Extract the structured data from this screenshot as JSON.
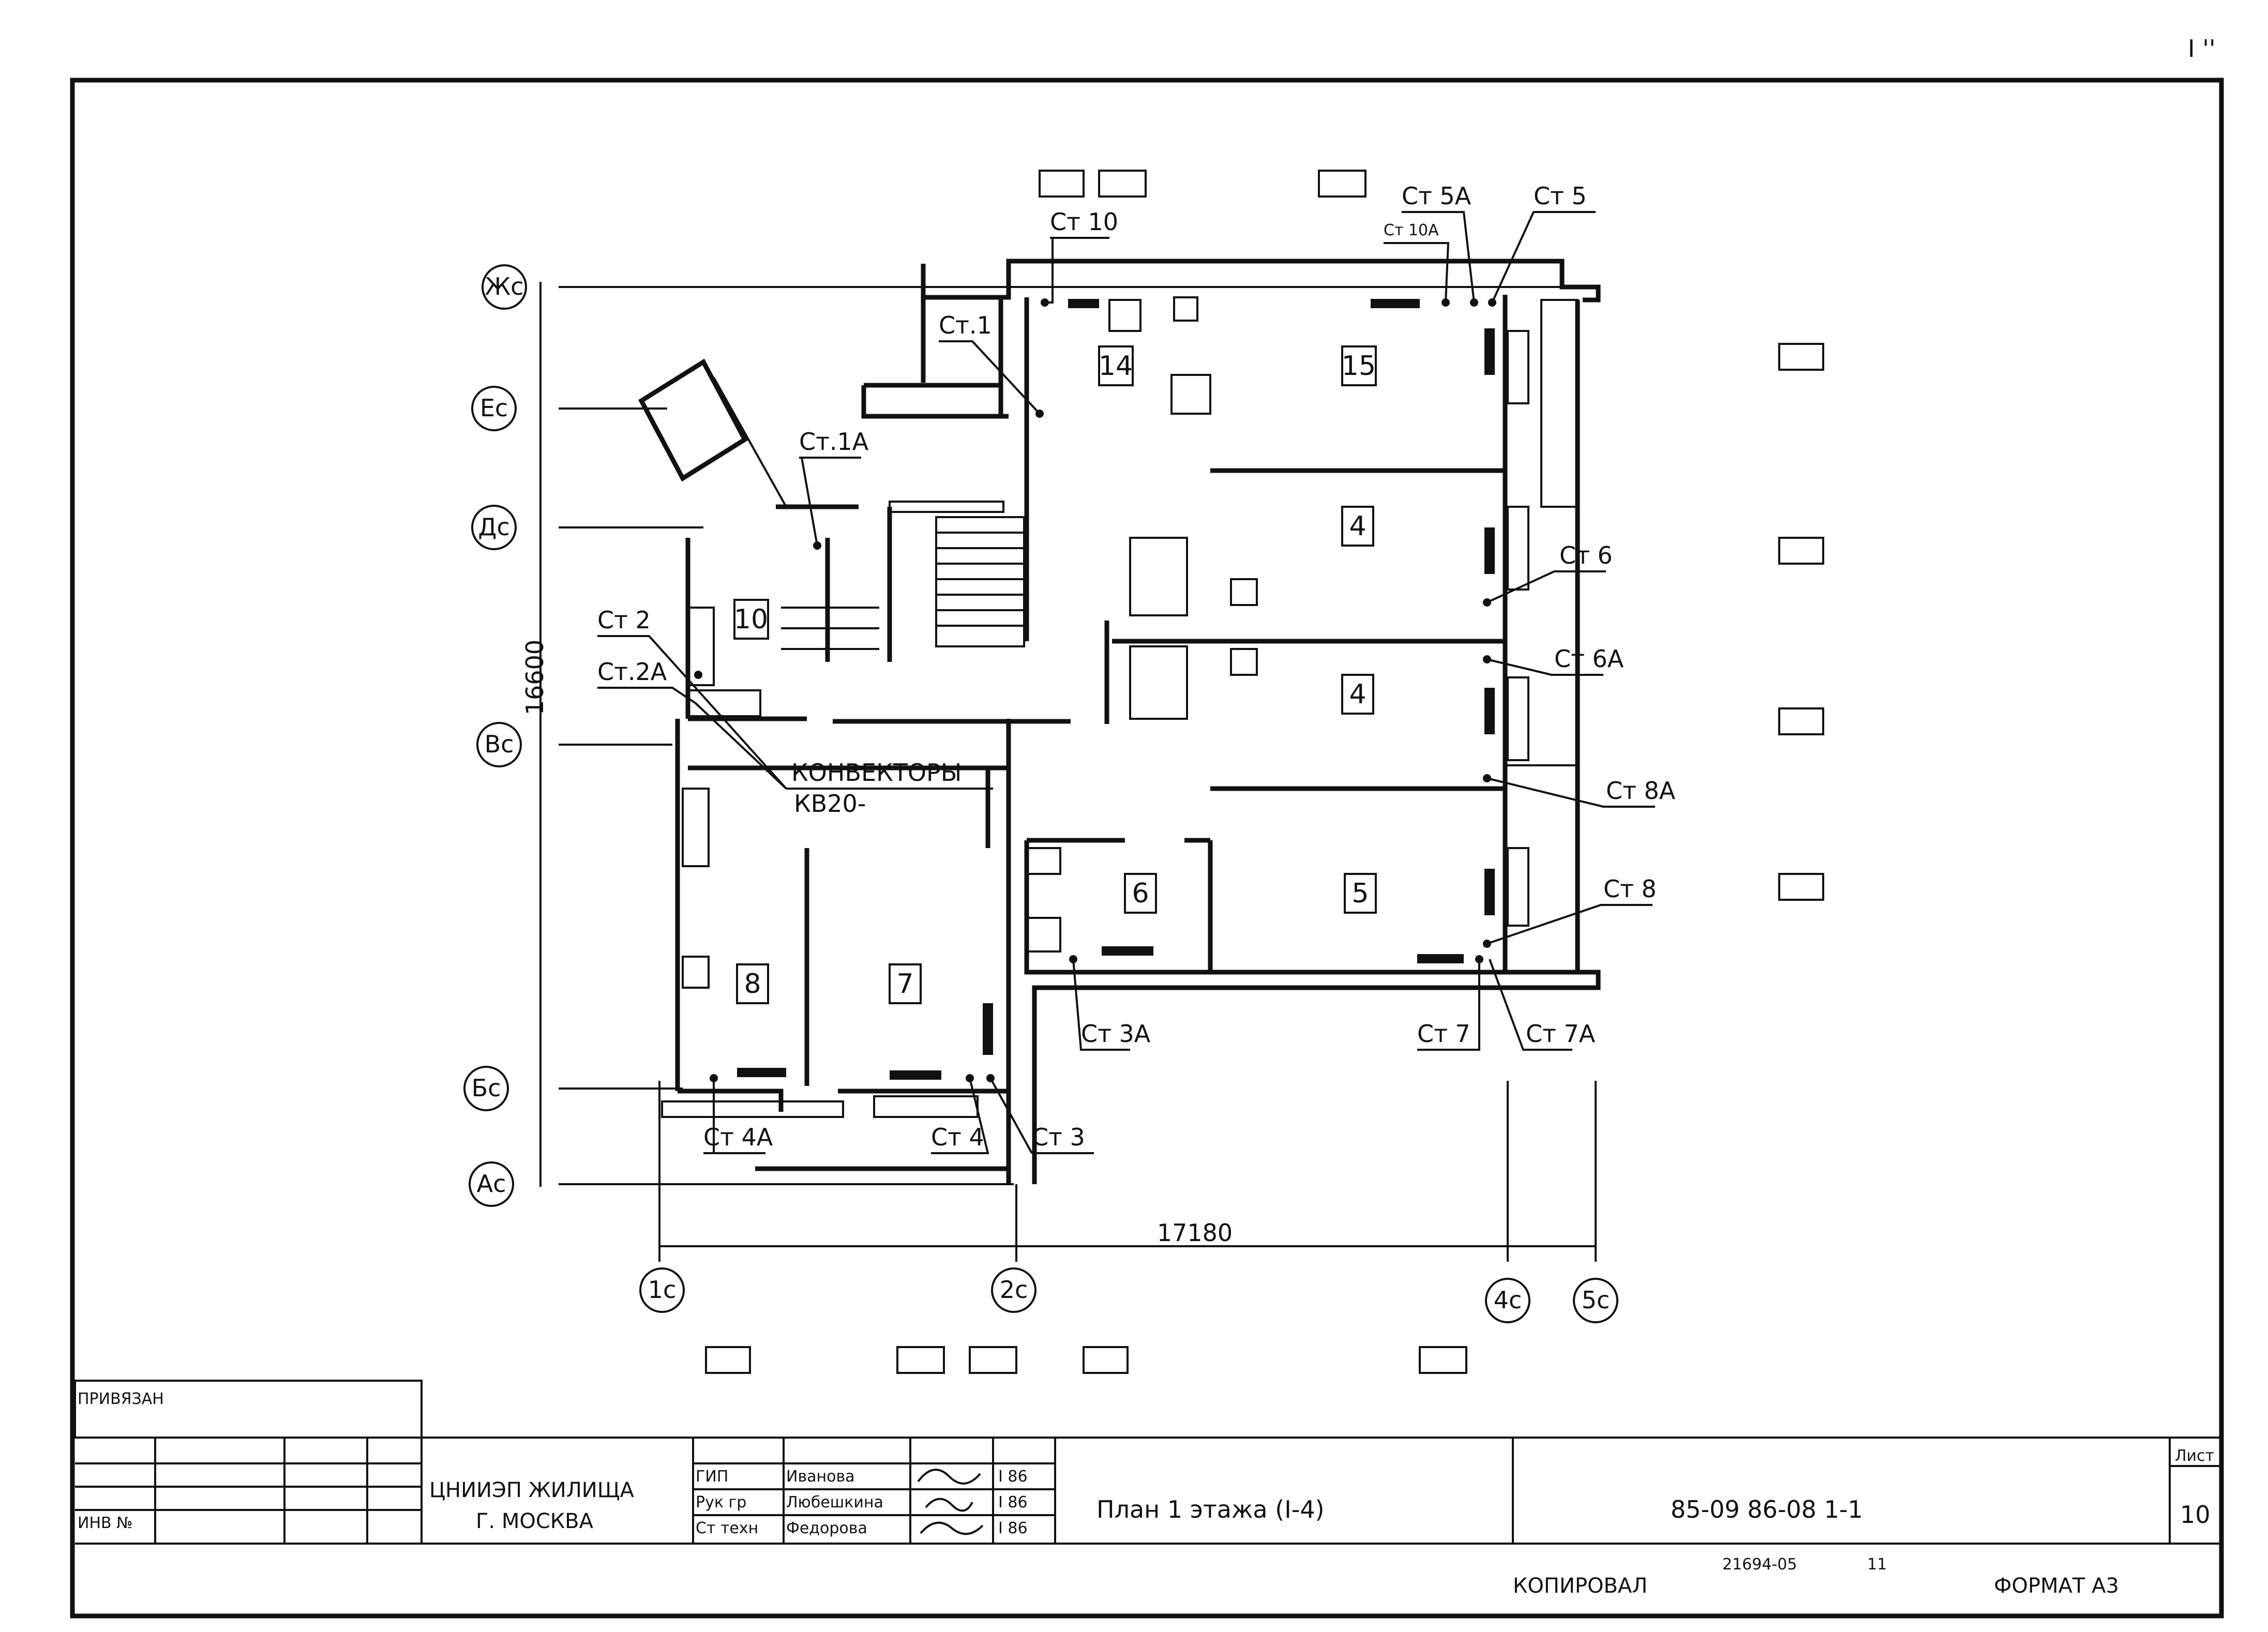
{
  "sheet_mark": "I ''",
  "axes": {
    "rows": [
      "Жс",
      "Ес",
      "Дс",
      "Вс",
      "Бс",
      "Ас"
    ],
    "cols": [
      "1с",
      "2с",
      "4с",
      "5с"
    ]
  },
  "dimensions": {
    "height": "16600",
    "width": "17180"
  },
  "rooms": [
    "14",
    "15",
    "10",
    "4",
    "4",
    "6",
    "5",
    "8",
    "7"
  ],
  "risers": [
    "Ст 10",
    "Ст 5А",
    "Ст 10А",
    "Ст 5",
    "Ст.1",
    "Ст.1А",
    "Ст 6",
    "Ст 6А",
    "Ст 2",
    "Ст.2А",
    "Ст 8А",
    "Ст 8",
    "Ст 3А",
    "Ст 7",
    "Ст 7А",
    "Ст 4А",
    "Ст 4",
    "Ст 3"
  ],
  "convectors": {
    "line1": "КОНВЕКТОРЫ",
    "line2": "КВ20-"
  },
  "title_block": {
    "privyazan": "ПРИВЯЗАН",
    "inv": "ИНВ №",
    "org": "ЦНИИЭП ЖИЛИЩА",
    "city": "Г. МОСКВА",
    "roles": [
      "ГИП",
      "Рук гр",
      "Ст техн"
    ],
    "names": [
      "Иванова",
      "Любешкина",
      "Федорова"
    ],
    "dates": [
      "I 86",
      "I 86",
      "I 86"
    ],
    "title": "План 1 этажа (I-4)",
    "code": "85-09 86-08 1-1",
    "sheet_label": "Лист",
    "sheet_no": "10"
  },
  "footer": {
    "copied": "КОПИРОВАЛ",
    "copied_no": "21694-05",
    "copied_no2": "11",
    "format": "ФОРМАТ А3"
  }
}
